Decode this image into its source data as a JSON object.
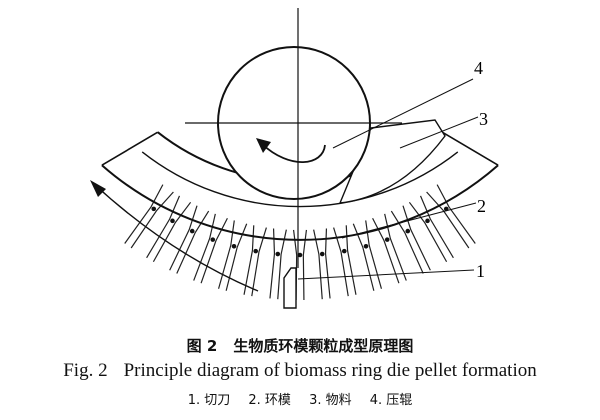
{
  "labels": {
    "n1": "1",
    "n2": "2",
    "n3": "3",
    "n4": "4"
  },
  "caption": {
    "cn_fig": "图 2",
    "cn_title": "生物质环模颗粒成型原理图",
    "en_fig": "Fig. 2",
    "en_title": "Principle diagram of biomass ring die pellet formation"
  },
  "legend": [
    "1. 切刀",
    "2. 环模",
    "3. 物料",
    "4. 压辊"
  ]
}
